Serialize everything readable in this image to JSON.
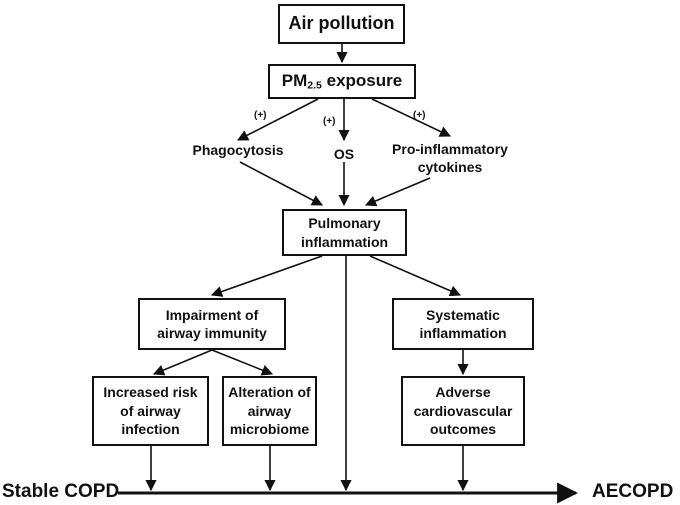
{
  "nodes": {
    "air_pollution": "Air pollution",
    "pm_exposure": {
      "prefix": "PM",
      "subscript": "2.5",
      "suffix": " exposure"
    },
    "phagocytosis": "Phagocytosis",
    "os": "OS",
    "cytokines": "Pro-inflammatory\ncytokines",
    "pulmonary": "Pulmonary\ninflammation",
    "impairment": "Impairment of\nairway immunity",
    "systematic": "Systematic\ninflammation",
    "infection_risk": "Increased risk\nof airway\ninfection",
    "microbiome": "Alteration of\nairway\nmicrobiome",
    "cardio": "Adverse\ncardiovascular\noutcomes"
  },
  "edge_labels": {
    "plus": "(+)"
  },
  "axis": {
    "start": "Stable COPD",
    "end": "AECOPD"
  }
}
